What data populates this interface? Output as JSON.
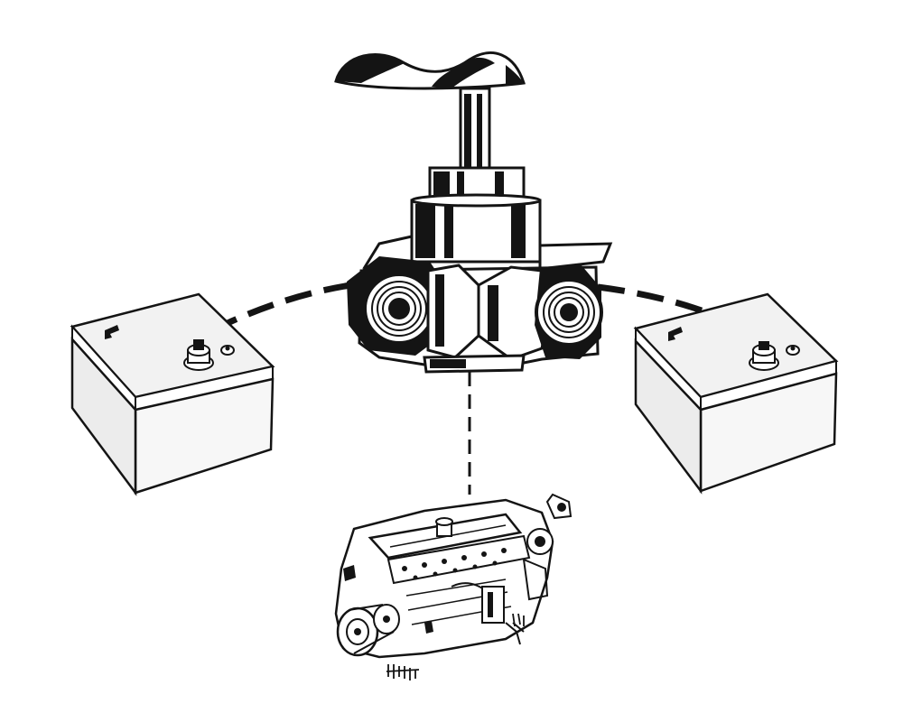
{
  "diagram": {
    "description_hidden": "",
    "colors": {
      "ink": "#141414",
      "paper": "#ffffff",
      "battery_fill": "#f2f2f2",
      "shade": "#d9d9d9"
    },
    "components": [
      {
        "id": "selector_switch",
        "icon": "battery-selector-switch-icon"
      },
      {
        "id": "battery_left",
        "icon": "battery-icon"
      },
      {
        "id": "battery_right",
        "icon": "battery-icon"
      },
      {
        "id": "engine",
        "icon": "engine-icon"
      }
    ],
    "connections": [
      {
        "from": "selector_switch",
        "to": "battery_left",
        "style": "dashed"
      },
      {
        "from": "selector_switch",
        "to": "battery_right",
        "style": "dashed"
      },
      {
        "from": "selector_switch",
        "to": "engine",
        "style": "dashed"
      }
    ]
  }
}
